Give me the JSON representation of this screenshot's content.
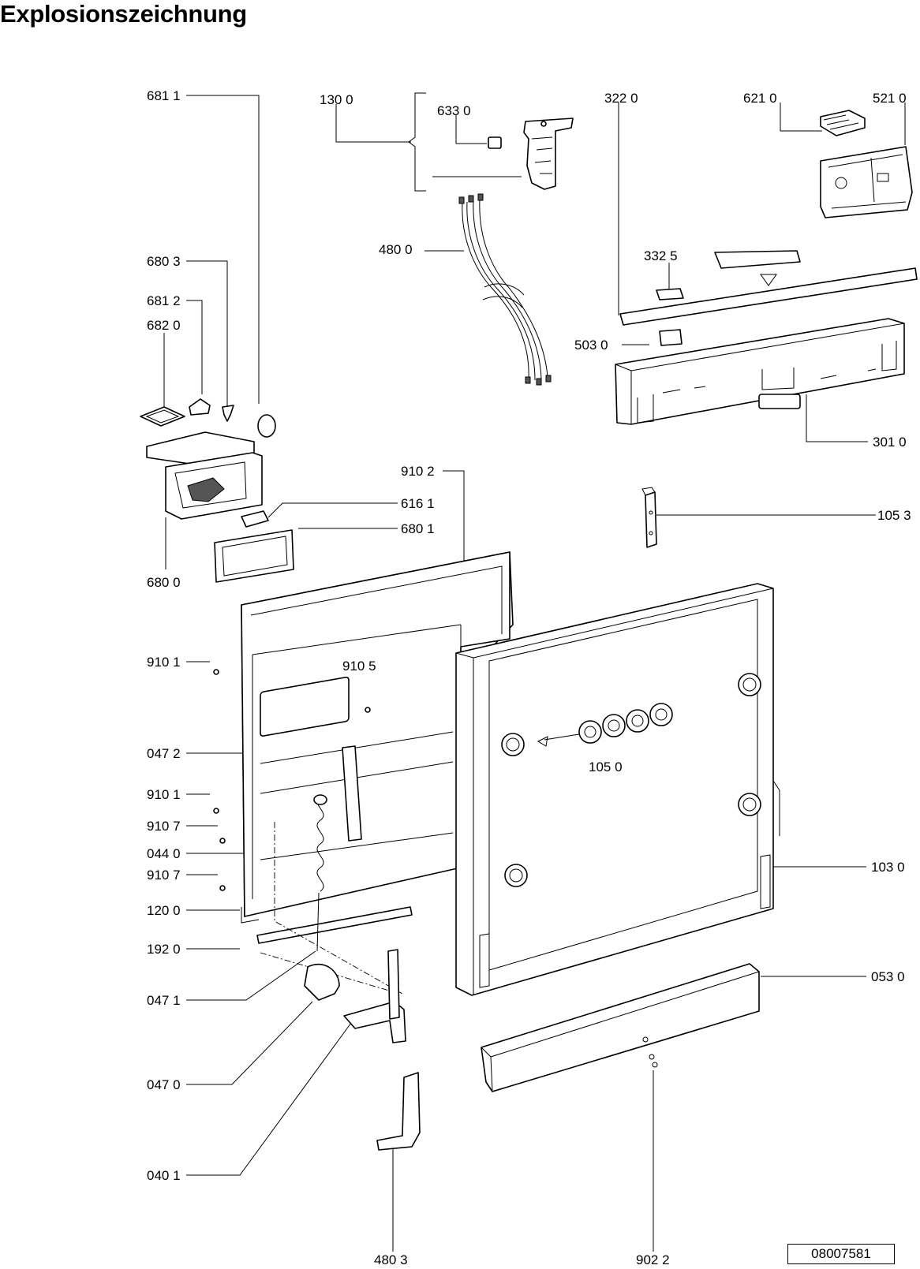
{
  "title": "Explosionszeichnung",
  "document_number": "08007581",
  "part_labels": {
    "p6811": "681 1",
    "p1300": "130 0",
    "p6330": "633 0",
    "p3220": "322  0",
    "p6210": "621 0",
    "p5210": "521 0",
    "p4800": "480 0",
    "p6803": "680 3",
    "p3325": "332 5",
    "p6812": "681 2",
    "p6820": "682 0",
    "p5030": "503  0",
    "p3010": "301 0",
    "p9102": "910 2",
    "p6161": "616 1",
    "p1053": "105 3",
    "p6801": "680 1",
    "p6800": "680 0",
    "p9101a": "910 1",
    "p9105": "910 5",
    "p0472": "047 2",
    "p1050": "105 0",
    "p9101b": "910 1",
    "p9107a": "910 7",
    "p0440": "044 0",
    "p9107b": "910 7",
    "p1030": "103 0",
    "p1200": "120 0",
    "p1920": "192 0",
    "p0530": "053 0",
    "p0471": "047 1",
    "p0470": "047 0",
    "p0401": "040 1",
    "p4803": "480 3",
    "p9022": "902 2"
  }
}
